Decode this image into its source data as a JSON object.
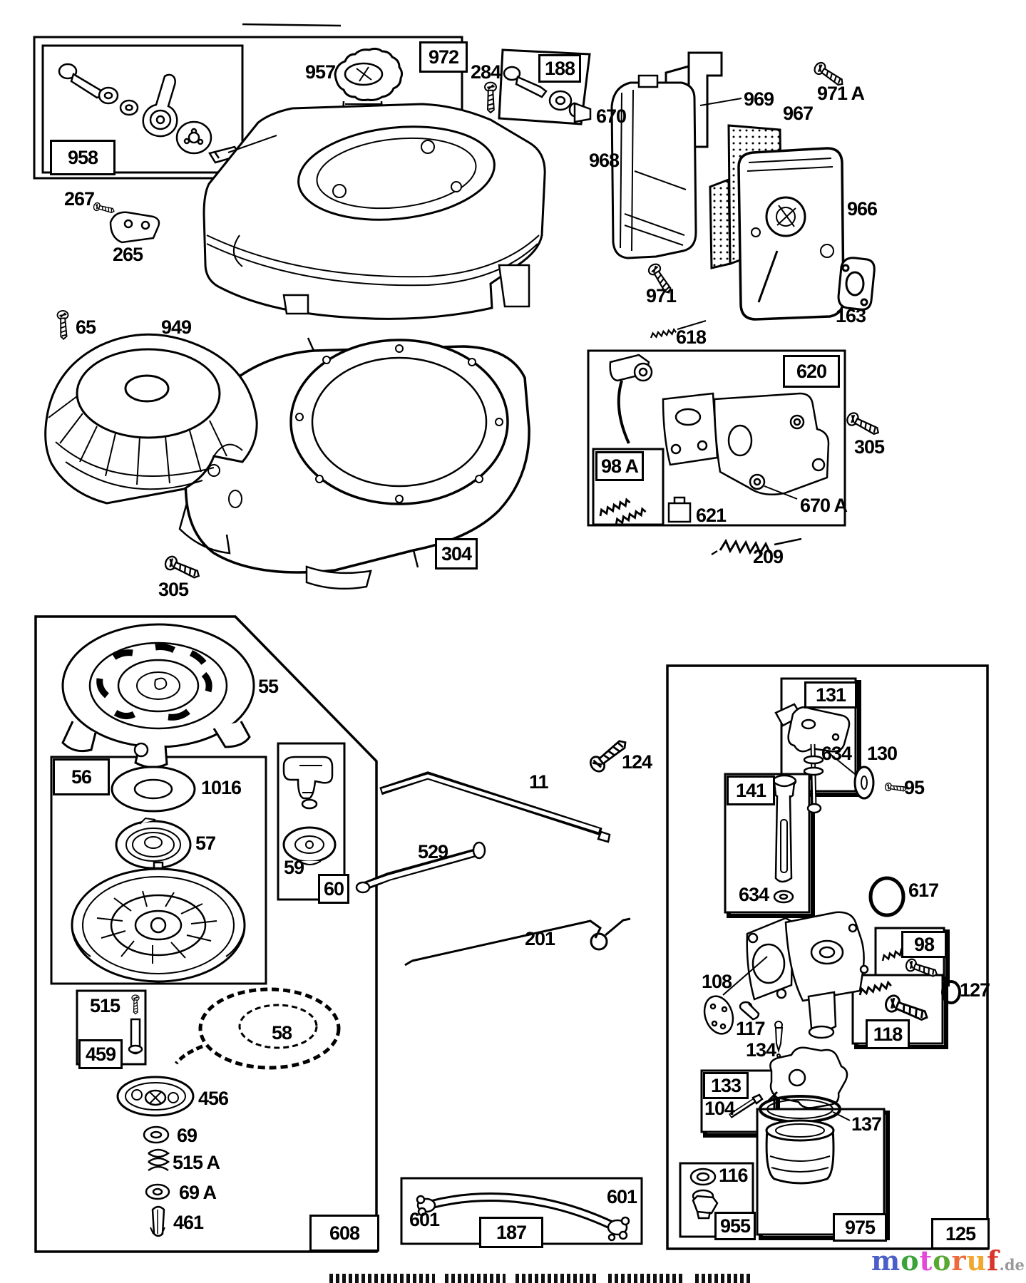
{
  "document": {
    "kind": "engine exploded parts diagram (scanned line art)",
    "ink_color": "#000000",
    "paper_color": "#ffffff"
  },
  "labels": {
    "n958": "958",
    "n972": "972",
    "n957": "957",
    "n284": "284",
    "n188": "188",
    "n670": "670",
    "n969": "969",
    "n967": "967",
    "n971a": "971 A",
    "n968": "968",
    "n966": "966",
    "n971": "971",
    "n163": "163",
    "n618": "618",
    "n267": "267",
    "n265": "265",
    "n65": "65",
    "n949": "949",
    "n620": "620",
    "n98a": "98 A",
    "n621": "621",
    "n670a": "670 A",
    "n305r": "305",
    "n209": "209",
    "n304": "304",
    "n305l": "305",
    "n55": "55",
    "n56": "56",
    "n1016": "1016",
    "n57": "57",
    "n59": "59",
    "n60": "60",
    "n515": "515",
    "n459": "459",
    "n58": "58",
    "n456": "456",
    "n69": "69",
    "n515a": "515 A",
    "n69a": "69 A",
    "n461": "461",
    "n608": "608",
    "n124": "124",
    "n11": "11",
    "n529": "529",
    "n201": "201",
    "n187": "187",
    "n601l": "601",
    "n601r": "601",
    "n131": "131",
    "n634a": "634",
    "n634b": "634",
    "n130": "130",
    "n95": "95",
    "n141": "141",
    "n617": "617",
    "n98": "98",
    "n108": "108",
    "n117": "117",
    "n134": "134",
    "n118": "118",
    "n127": "127",
    "n133": "133",
    "n104": "104",
    "n137": "137",
    "n116": "116",
    "n955": "955",
    "n975": "975",
    "n125": "125"
  },
  "watermark": {
    "word": [
      {
        "ch": "m",
        "color": "#4a5fc8"
      },
      {
        "ch": "o",
        "color": "#3aa33a"
      },
      {
        "ch": "t",
        "color": "#e649d8"
      },
      {
        "ch": "o",
        "color": "#58a832"
      },
      {
        "ch": "r",
        "color": "#ef6a3a"
      },
      {
        "ch": "u",
        "color": "#f0a830"
      },
      {
        "ch": "f",
        "color": "#d9362b"
      }
    ],
    "suffix": ".de"
  }
}
